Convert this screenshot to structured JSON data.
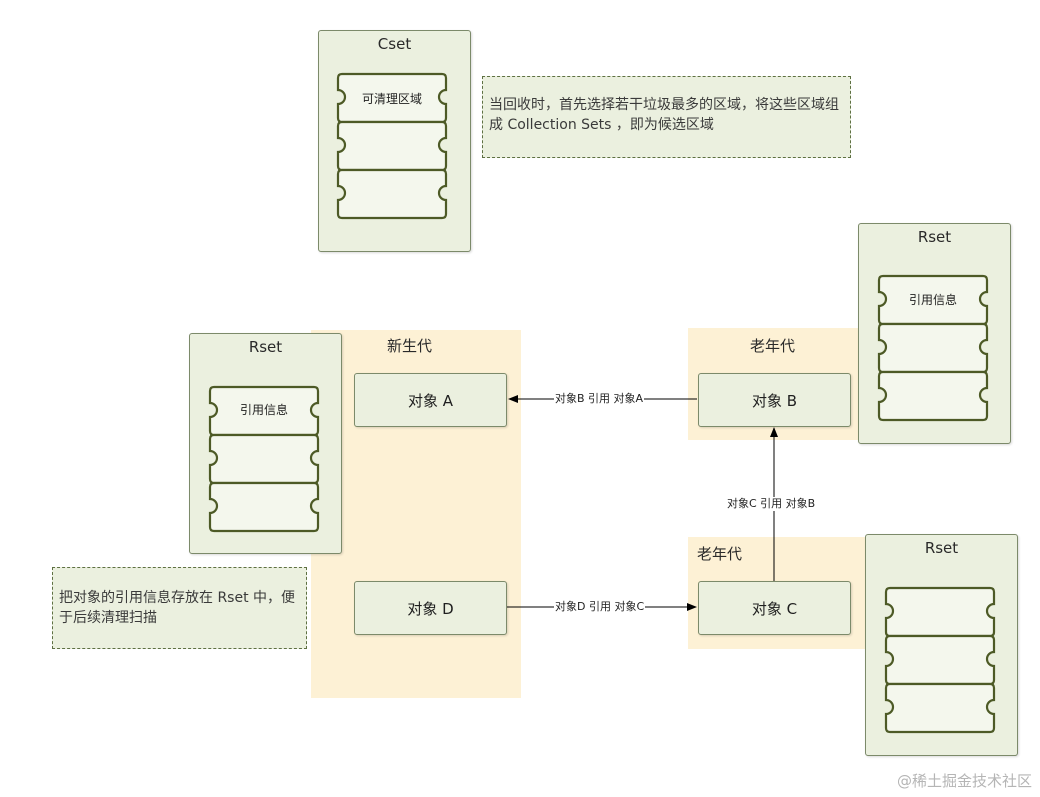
{
  "regions": {
    "young": "新生代",
    "old_top": "老年代",
    "old_bottom": "老年代"
  },
  "sets": {
    "cset": {
      "title": "Cset",
      "slots": [
        "可清理区域",
        "",
        ""
      ]
    },
    "rset_left": {
      "title": "Rset",
      "slots": [
        "引用信息",
        "",
        ""
      ]
    },
    "rset_top_right": {
      "title": "Rset",
      "slots": [
        "引用信息",
        "",
        ""
      ]
    },
    "rset_bottom_right": {
      "title": "Rset",
      "slots": [
        "",
        "",
        ""
      ]
    }
  },
  "objects": {
    "a": "对象 A",
    "b": "对象 B",
    "c": "对象 C",
    "d": "对象 D"
  },
  "edges": {
    "b_to_a": "对象B 引用 对象A",
    "c_to_b": "对象C 引用 对象B",
    "d_to_c": "对象D 引用 对象C"
  },
  "notes": {
    "cset": "当回收时，首先选择若干垃圾最多的区域，将这些区域组成 Collection Sets ，即为候选区域",
    "rset": "把对象的引用信息存放在 Rset 中，便于后续清理扫描"
  },
  "watermark": "@稀土掘金技术社区",
  "colors": {
    "region_fill": "#fdf1d5",
    "panel_fill": "#ebf0df",
    "slot_stroke": "#4d5a26",
    "panel_border": "#7c8a6a"
  }
}
